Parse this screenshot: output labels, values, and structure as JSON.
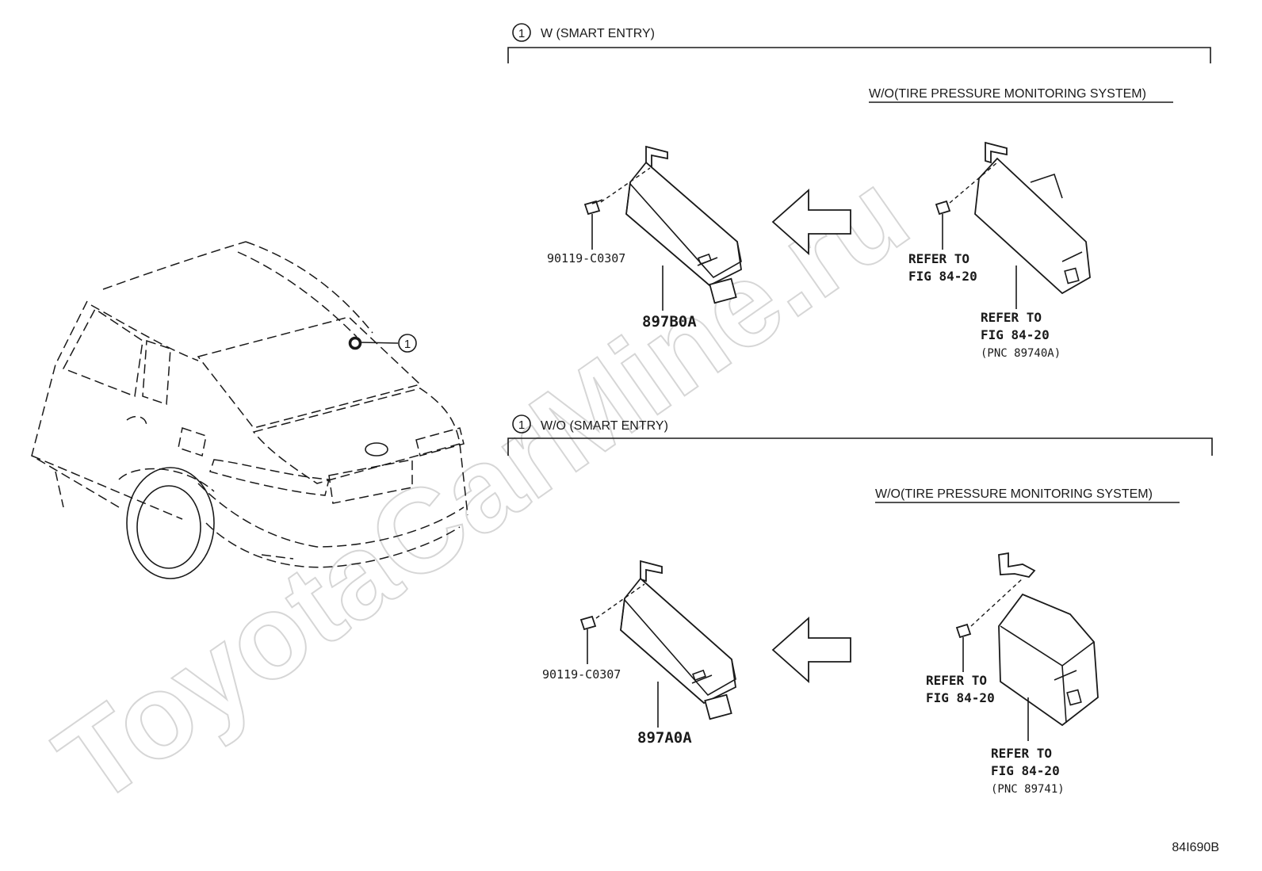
{
  "watermark": "ToyotaCarMine.ru",
  "drawing_number": "84I690B",
  "callout_number": "1",
  "sections": [
    {
      "header": "W (SMART ENTRY)",
      "variant_label": "W/O(TIRE PRESSURE MONITORING SYSTEM)",
      "bolt_part": "90119-C0307",
      "module_part": "897B0A",
      "refer_bolt": [
        "REFER TO",
        "FIG 84-20"
      ],
      "refer_module": [
        "REFER TO",
        "FIG 84-20",
        "(PNC 89740A)"
      ]
    },
    {
      "header": "W/O (SMART ENTRY)",
      "variant_label": "W/O(TIRE PRESSURE MONITORING SYSTEM)",
      "bolt_part": "90119-C0307",
      "module_part": "897A0A",
      "refer_bolt": [
        "REFER TO",
        "FIG 84-20"
      ],
      "refer_module": [
        "REFER TO",
        "FIG 84-20",
        "(PNC 89741)"
      ]
    }
  ]
}
